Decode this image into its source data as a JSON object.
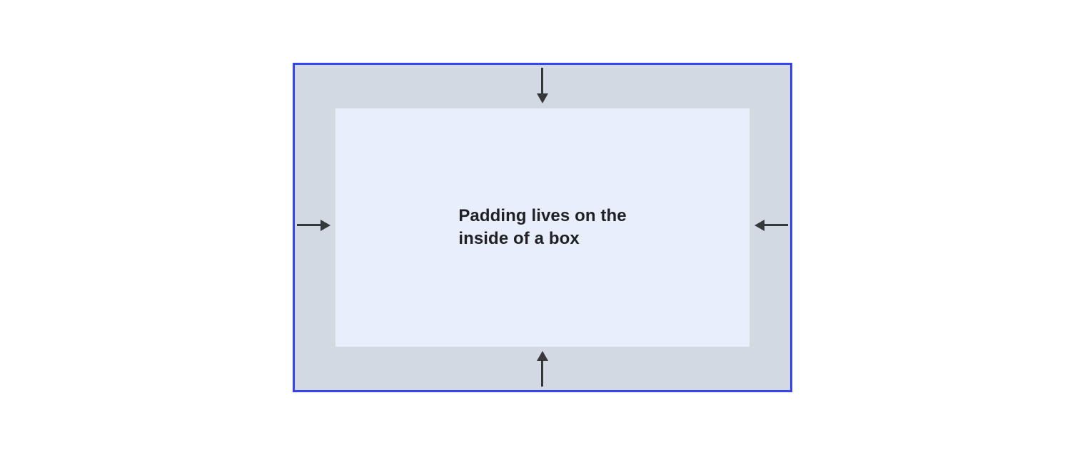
{
  "diagram": {
    "label": "Padding lives on the inside of a box",
    "label_lines": [
      "Padding lives on the",
      "inside of a box"
    ],
    "colors": {
      "canvas_background": "#ffffff",
      "outer_border": "#3645f0",
      "padding_area_fill": "#d3d9e3",
      "content_area_fill": "#e8eefb",
      "arrow": "#36383c",
      "label_text": "#202124"
    }
  }
}
